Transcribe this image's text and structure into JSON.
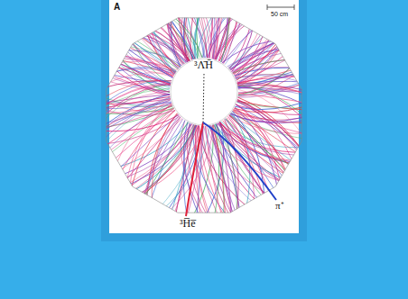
{
  "diagram": {
    "labels": [
      "A",
      "50 cm",
      "³Λ̄H̄",
      "³H̅e̅",
      "π⁺"
    ]
  }
}
